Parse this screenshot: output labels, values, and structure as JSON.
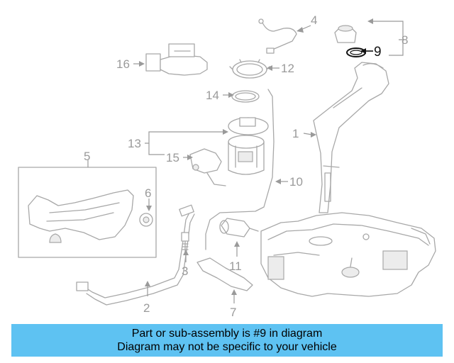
{
  "banner": {
    "line1": "Part or sub-assembly is #9 in diagram",
    "line2": "Diagram may not be specific to your vehicle",
    "background_color": "#5ec2f2"
  },
  "highlighted_part": "9",
  "callouts": {
    "c1": "1",
    "c2": "2",
    "c3": "3",
    "c4": "4",
    "c5": "5",
    "c6": "6",
    "c7": "7",
    "c8": "8",
    "c9": "9",
    "c10": "10",
    "c11": "11",
    "c12": "12",
    "c13": "13",
    "c14": "14",
    "c15": "15",
    "c16": "16"
  }
}
